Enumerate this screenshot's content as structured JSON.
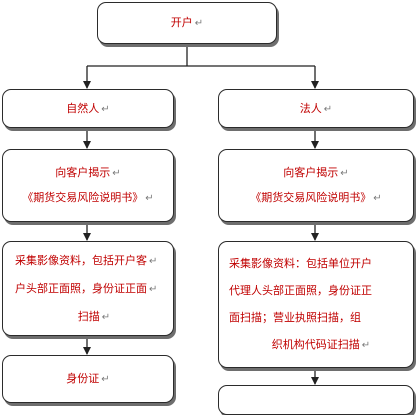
{
  "nodes": {
    "open_account": {
      "text": "开户"
    },
    "natural_person": {
      "text": "自然人"
    },
    "legal_person": {
      "text": "法人"
    },
    "risk_disclosure_natural": {
      "line1": "向客户揭示",
      "line2": "《期货交易风险说明书》"
    },
    "risk_disclosure_legal": {
      "line1": "向客户揭示",
      "line2": "《期货交易风险说明书》"
    },
    "image_collection_natural": {
      "line1": "采集影像资料，包括开户客",
      "line2": "户头部正面照，身份证正面",
      "line3": "扫描"
    },
    "image_collection_legal": {
      "line1": "采集影像资料：包括单位开户",
      "line2": "代理人头部正面照，身份证正",
      "line3": "面扫描；营业执照扫描，组",
      "line4": "织机构代码证扫描"
    },
    "id_card": {
      "text": "身份证"
    }
  },
  "paragraph_mark": "↵"
}
